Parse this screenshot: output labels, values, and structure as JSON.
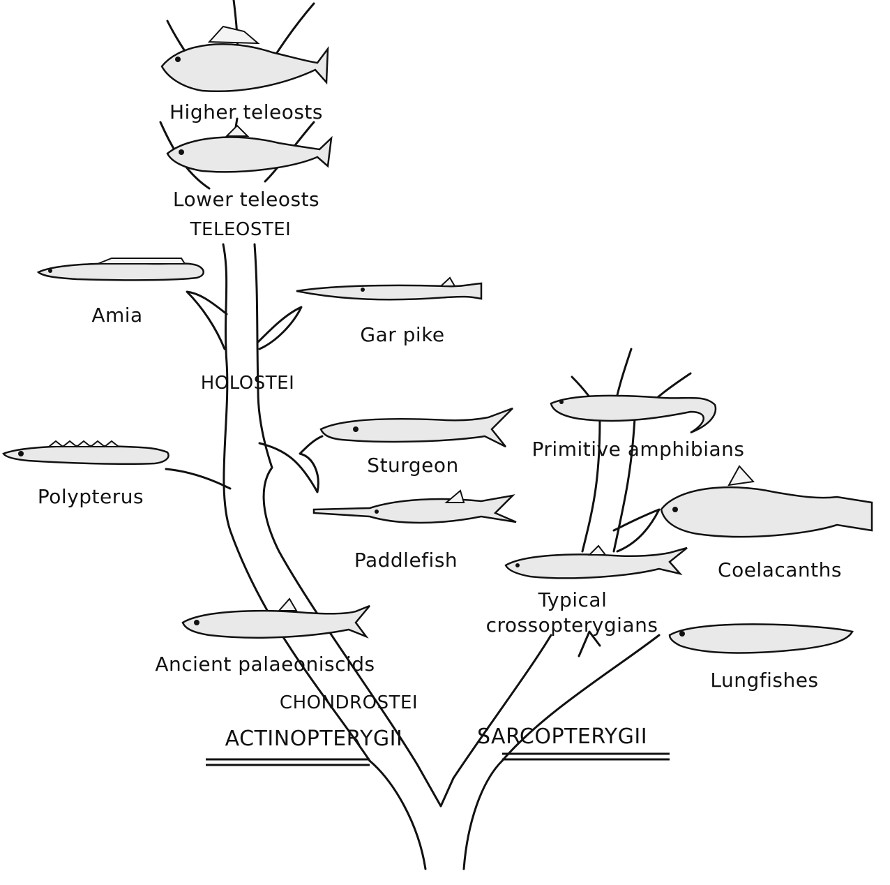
{
  "diagram": {
    "groups": {
      "teleostei": "TELEOSTEI",
      "holostei": "HOLOSTEI",
      "chondrostei": "CHONDROSTEI",
      "actinopterygii": "ACTINOPTERYGII",
      "sarcopterygii": "SARCOPTERYGII"
    },
    "taxa": {
      "higher_teleosts": "Higher teleosts",
      "lower_teleosts": "Lower teleosts",
      "amia": "Amia",
      "gar_pike": "Gar pike",
      "polypterus": "Polypterus",
      "sturgeon": "Sturgeon",
      "paddlefish": "Paddlefish",
      "ancient_palaeoniscids": "Ancient palaeoniscids",
      "primitive_amphibians": "Primitive amphibians",
      "coelacanths": "Coelacanths",
      "typical_crossopterygians_line1": "Typical",
      "typical_crossopterygians_line2": "crossopterygians",
      "lungfishes": "Lungfishes"
    },
    "illustrations": [
      "higher-teleost-fish-icon",
      "lower-teleost-fish-icon",
      "amia-fish-icon",
      "gar-pike-fish-icon",
      "polypterus-fish-icon",
      "sturgeon-fish-icon",
      "paddlefish-fish-icon",
      "palaeoniscid-fish-icon",
      "amphibian-icon",
      "coelacanth-fish-icon",
      "crossopterygian-fish-icon",
      "lungfish-fish-icon"
    ]
  }
}
